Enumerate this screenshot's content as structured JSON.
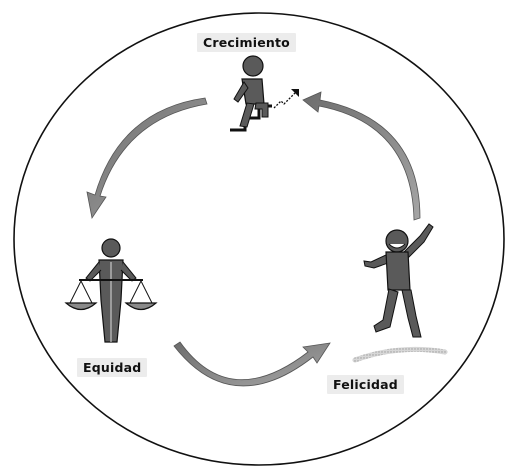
{
  "labels": {
    "growth": "Crecimiento",
    "equity": "Equidad",
    "happiness": "Felicidad"
  },
  "colors": {
    "figure": "#5f5f5f",
    "arrow": "#8a8a8a",
    "outline": "#111111",
    "label_bg": "#ececec"
  }
}
